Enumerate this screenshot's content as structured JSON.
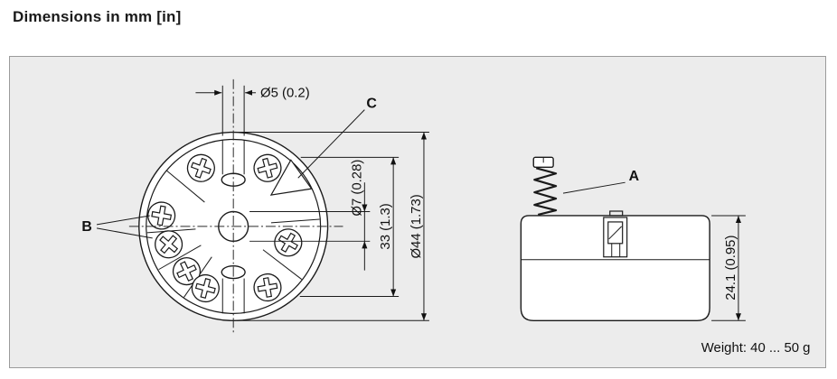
{
  "page": {
    "title": "Dimensions in mm [in]"
  },
  "figure": {
    "callouts": {
      "a": "A",
      "b": "B",
      "c": "C"
    },
    "dimensions": {
      "wire_hole": "Ø5 (0.2)",
      "center_hole": "Ø7 (0.28)",
      "mounting_pitch": "33 (1.3)",
      "outer_diameter": "Ø44 (1.73)",
      "housing_height": "24.1 (0.95)"
    },
    "weight_note": "Weight: 40 ... 50 g"
  }
}
